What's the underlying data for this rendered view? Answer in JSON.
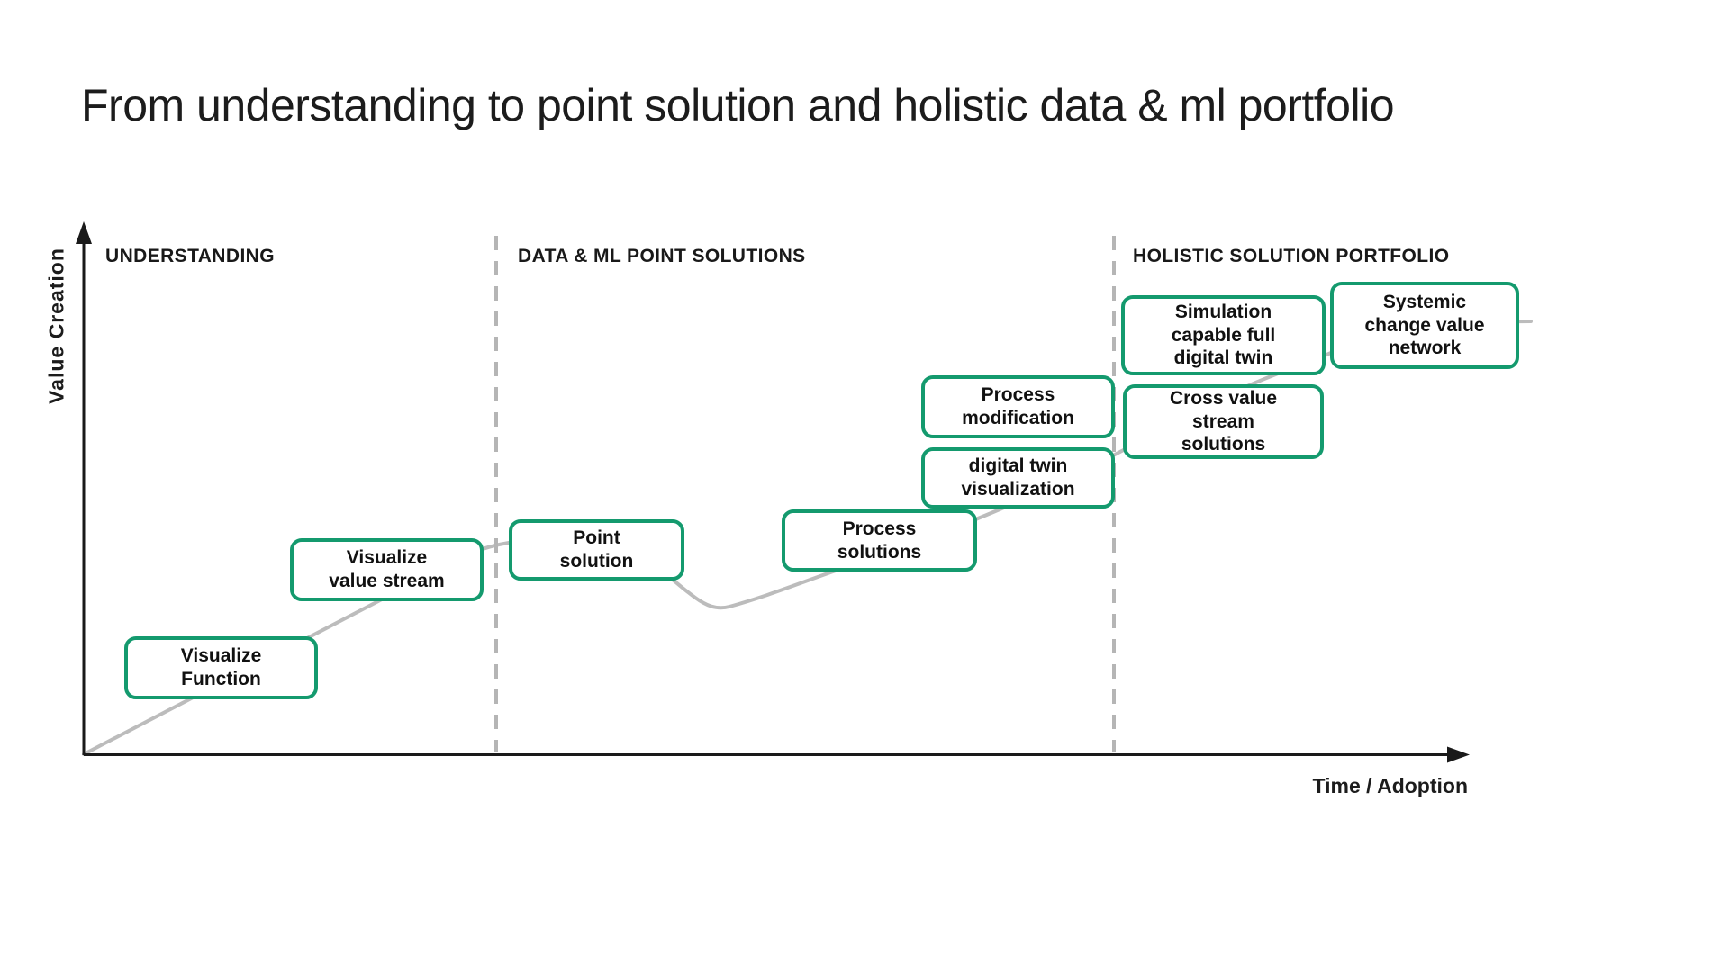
{
  "title": "From understanding to point solution and holistic data & ml portfolio",
  "axes": {
    "y_label": "Value Creation",
    "x_label": "Time / Adoption"
  },
  "phases": [
    {
      "label": "UNDERSTANDING"
    },
    {
      "label": "DATA & ML POINT SOLUTIONS"
    },
    {
      "label": "HOLISTIC SOLUTION PORTFOLIO"
    }
  ],
  "nodes": [
    {
      "label": "Visualize\nFunction",
      "phase": "UNDERSTANDING"
    },
    {
      "label": "Visualize\nvalue stream",
      "phase": "UNDERSTANDING"
    },
    {
      "label": "Point\nsolution",
      "phase": "DATA & ML POINT SOLUTIONS"
    },
    {
      "label": "Process\nsolutions",
      "phase": "DATA & ML POINT SOLUTIONS"
    },
    {
      "label": "digital twin\nvisualization",
      "phase": "DATA & ML POINT SOLUTIONS"
    },
    {
      "label": "Process\nmodification",
      "phase": "DATA & ML POINT SOLUTIONS"
    },
    {
      "label": "Cross value\nstream\nsolutions",
      "phase": "HOLISTIC SOLUTION PORTFOLIO"
    },
    {
      "label": "Simulation\ncapable full\ndigital twin",
      "phase": "HOLISTIC SOLUTION PORTFOLIO"
    },
    {
      "label": "Systemic\nchange value\nnetwork",
      "phase": "HOLISTIC SOLUTION PORTFOLIO"
    }
  ],
  "colors": {
    "accent_green": "#149a6e",
    "curve_gray": "#bcbcbc",
    "dash_gray": "#b5b5b5",
    "axis_black": "#1a1a1a",
    "text_black": "#1c1c1c"
  }
}
